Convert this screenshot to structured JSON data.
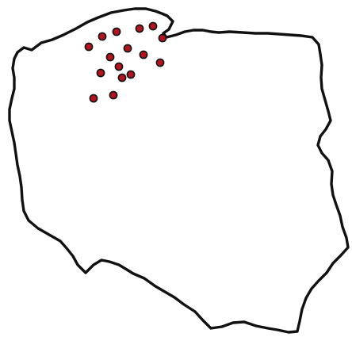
{
  "map": {
    "region_icon": "country-outline",
    "outline_color": "#111111",
    "fill_color": "#ffffff",
    "marker_color": "#b3141e",
    "marker_icon": "location-dot",
    "marker_count": 16
  }
}
